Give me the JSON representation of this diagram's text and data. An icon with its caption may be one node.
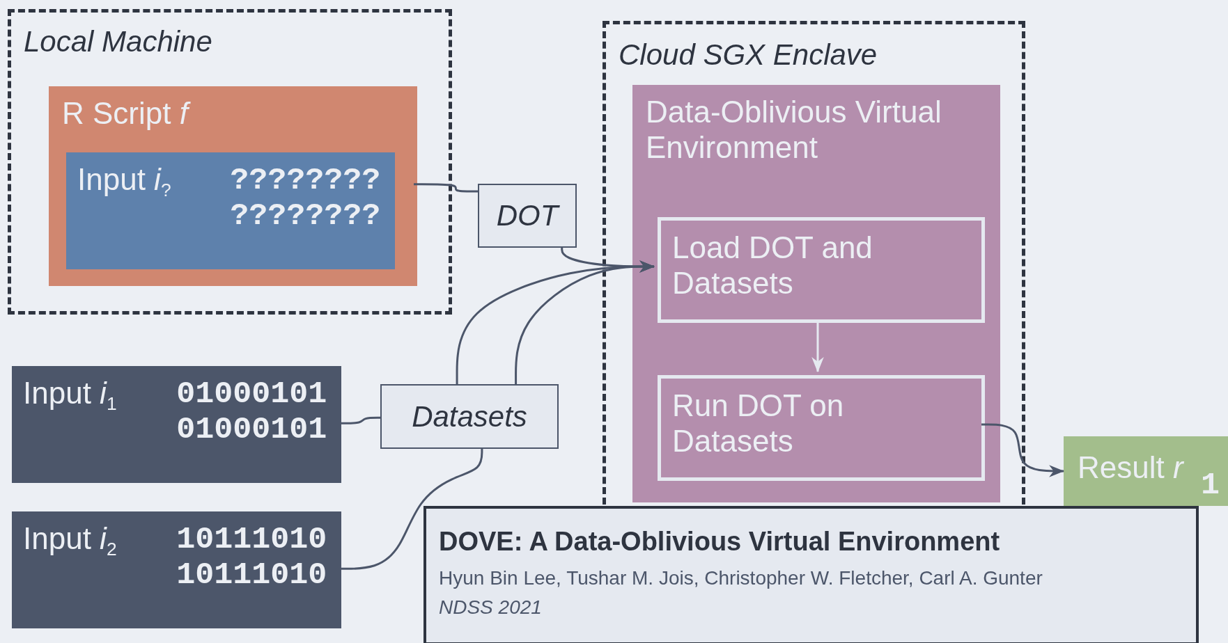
{
  "diagram": {
    "nodes": [
      {
        "text": [
          "Local Machine"
        ]
      },
      {
        "text": [
          "R Script *f*"
        ],
        "in": 0
      },
      {
        "text": [
          "Input *i*$_{?}$",
          "???????? ????????"
        ],
        "in": 1
      },
      {
        "text": [
          "DOT"
        ]
      },
      {
        "text": [
          "Cloud SGX Enclave"
        ]
      },
      {
        "text": [
          "Data-Oblivious Virtual Environment"
        ],
        "in": 4
      },
      {
        "text": [
          "Load DOT and Datasets"
        ],
        "in": 5
      },
      {
        "text": [
          "Run DOT on Datasets"
        ],
        "in": 5
      },
      {
        "text": [
          "Result *r*",
          "1"
        ]
      },
      {
        "text": [
          "Input *i*$_{1}$",
          "01000101 01000101"
        ]
      },
      {
        "text": [
          "Datasets"
        ]
      },
      {
        "text": [
          "Input *i*$_{2}$",
          "10111010 10111010"
        ]
      },
      {
        "text": [
          "DOVE: A Data-Oblivious Virtual Environment",
          "Hyun Bin Lee, Tushar M. Jois, Christopher W. Fletcher, Carl A. Gunter",
          "NDSS 2021"
        ]
      }
    ],
    "edges": [
      {
        "from": 1,
        "to": 3,
        "arrow": "none"
      },
      {
        "from": 3,
        "to": 6,
        "arrow": "to"
      },
      {
        "from": 9,
        "to": 10,
        "arrow": "none"
      },
      {
        "from": 11,
        "to": 10,
        "arrow": "none"
      },
      {
        "from": 10,
        "to": 6,
        "arrow": "to"
      },
      {
        "from": 10,
        "to": 6,
        "arrow": "to"
      },
      {
        "from": 6,
        "to": 7,
        "arrow": "to",
        "color": "#e5e9f0"
      },
      {
        "from": 7,
        "to": 8,
        "arrow": "to"
      }
    ]
  }
}
